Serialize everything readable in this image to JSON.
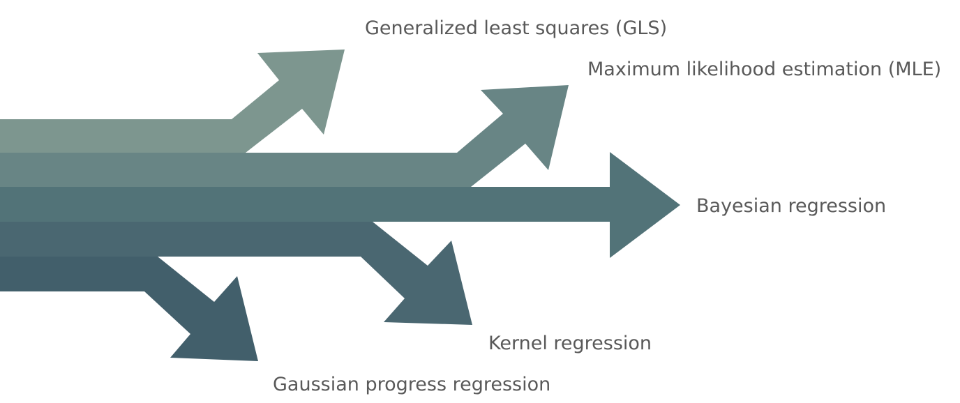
{
  "branches": [
    {
      "id": "gls",
      "label": "Generalized least squares (GLS)",
      "color": "#7d968f",
      "direction": "up"
    },
    {
      "id": "mle",
      "label": "Maximum likelihood estimation (MLE)",
      "color": "#688585",
      "direction": "up"
    },
    {
      "id": "bayesian",
      "label": "Bayesian regression",
      "color": "#527378",
      "direction": "straight"
    },
    {
      "id": "kernel",
      "label": "Kernel regression",
      "color": "#4a6771",
      "direction": "down"
    },
    {
      "id": "gaussian",
      "label": "Gaussian progress regression",
      "color": "#425f6b",
      "direction": "down"
    }
  ]
}
